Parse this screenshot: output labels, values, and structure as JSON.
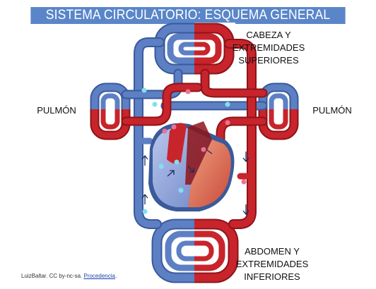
{
  "title": "SISTEMA CIRCULATORIO: ESQUEMA GENERAL",
  "labels": {
    "head_line1": "CABEZA Y",
    "head_line2": "EXTREMIDADES",
    "head_line3": "SUPERIORES",
    "lung_left": "PULMÓN",
    "lung_right": "PULMÓN",
    "abdomen_line1": "ABDOMEN Y",
    "abdomen_line2": "EXTREMIDADES",
    "abdomen_line3": "INFERIORES"
  },
  "credit": {
    "text": "LuizBaltar. CC by-nc-sa. ",
    "link": "Procedencia",
    "end": "."
  },
  "colors": {
    "banner": "#5a86c9",
    "venous_blue": "#5d7fc4",
    "venous_dark": "#3a5a9a",
    "arterial_red": "#c8242c",
    "arterial_dark": "#8e1418",
    "heart_left": "#e0765e",
    "heart_right": "#8fa3d8"
  }
}
